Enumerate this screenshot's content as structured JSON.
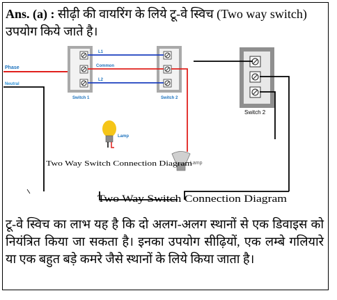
{
  "answer": {
    "prefix": "Ans. (a) :",
    "text": "सीढ़ी की वायरिंग के लिये टू-वे स्विच (Two way switch) उपयोग किये जाते है।"
  },
  "diagram": {
    "labels": {
      "phase": "Phase",
      "neutral": "Neutral",
      "l1": "L1",
      "common": "Common",
      "l2": "L2",
      "switch1": "Switch 1",
      "switch2_small": "Switch 2",
      "switch2_large": "Switch 2",
      "lamp_small": "Lamp",
      "lamp_large": "Lamp",
      "watermark": "Two Way Switch Connection Diagram",
      "caption": "Two Way Switch Connection Diagram"
    },
    "colors": {
      "phase": "#e0201c",
      "neutral": "#2a8fd6",
      "link": "#1c3fbf",
      "wire": "#000000",
      "label_blue": "#1e73be",
      "switch_outer": "#a9a9a9",
      "switch_inner": "#f2f2f2",
      "bulb": "#f5c518"
    }
  },
  "footer": {
    "text": "टू-वे स्विच का लाभ यह है कि दो अलग-अलग स्थानों से एक डिवाइस को नियंत्रित किया जा सकता है। इनका उपयोग सीढ़ियों, एक लम्बे गलियारे या एक बहुत बड़े कमरे जैसे स्थानों के लिये किया जाता है।"
  }
}
